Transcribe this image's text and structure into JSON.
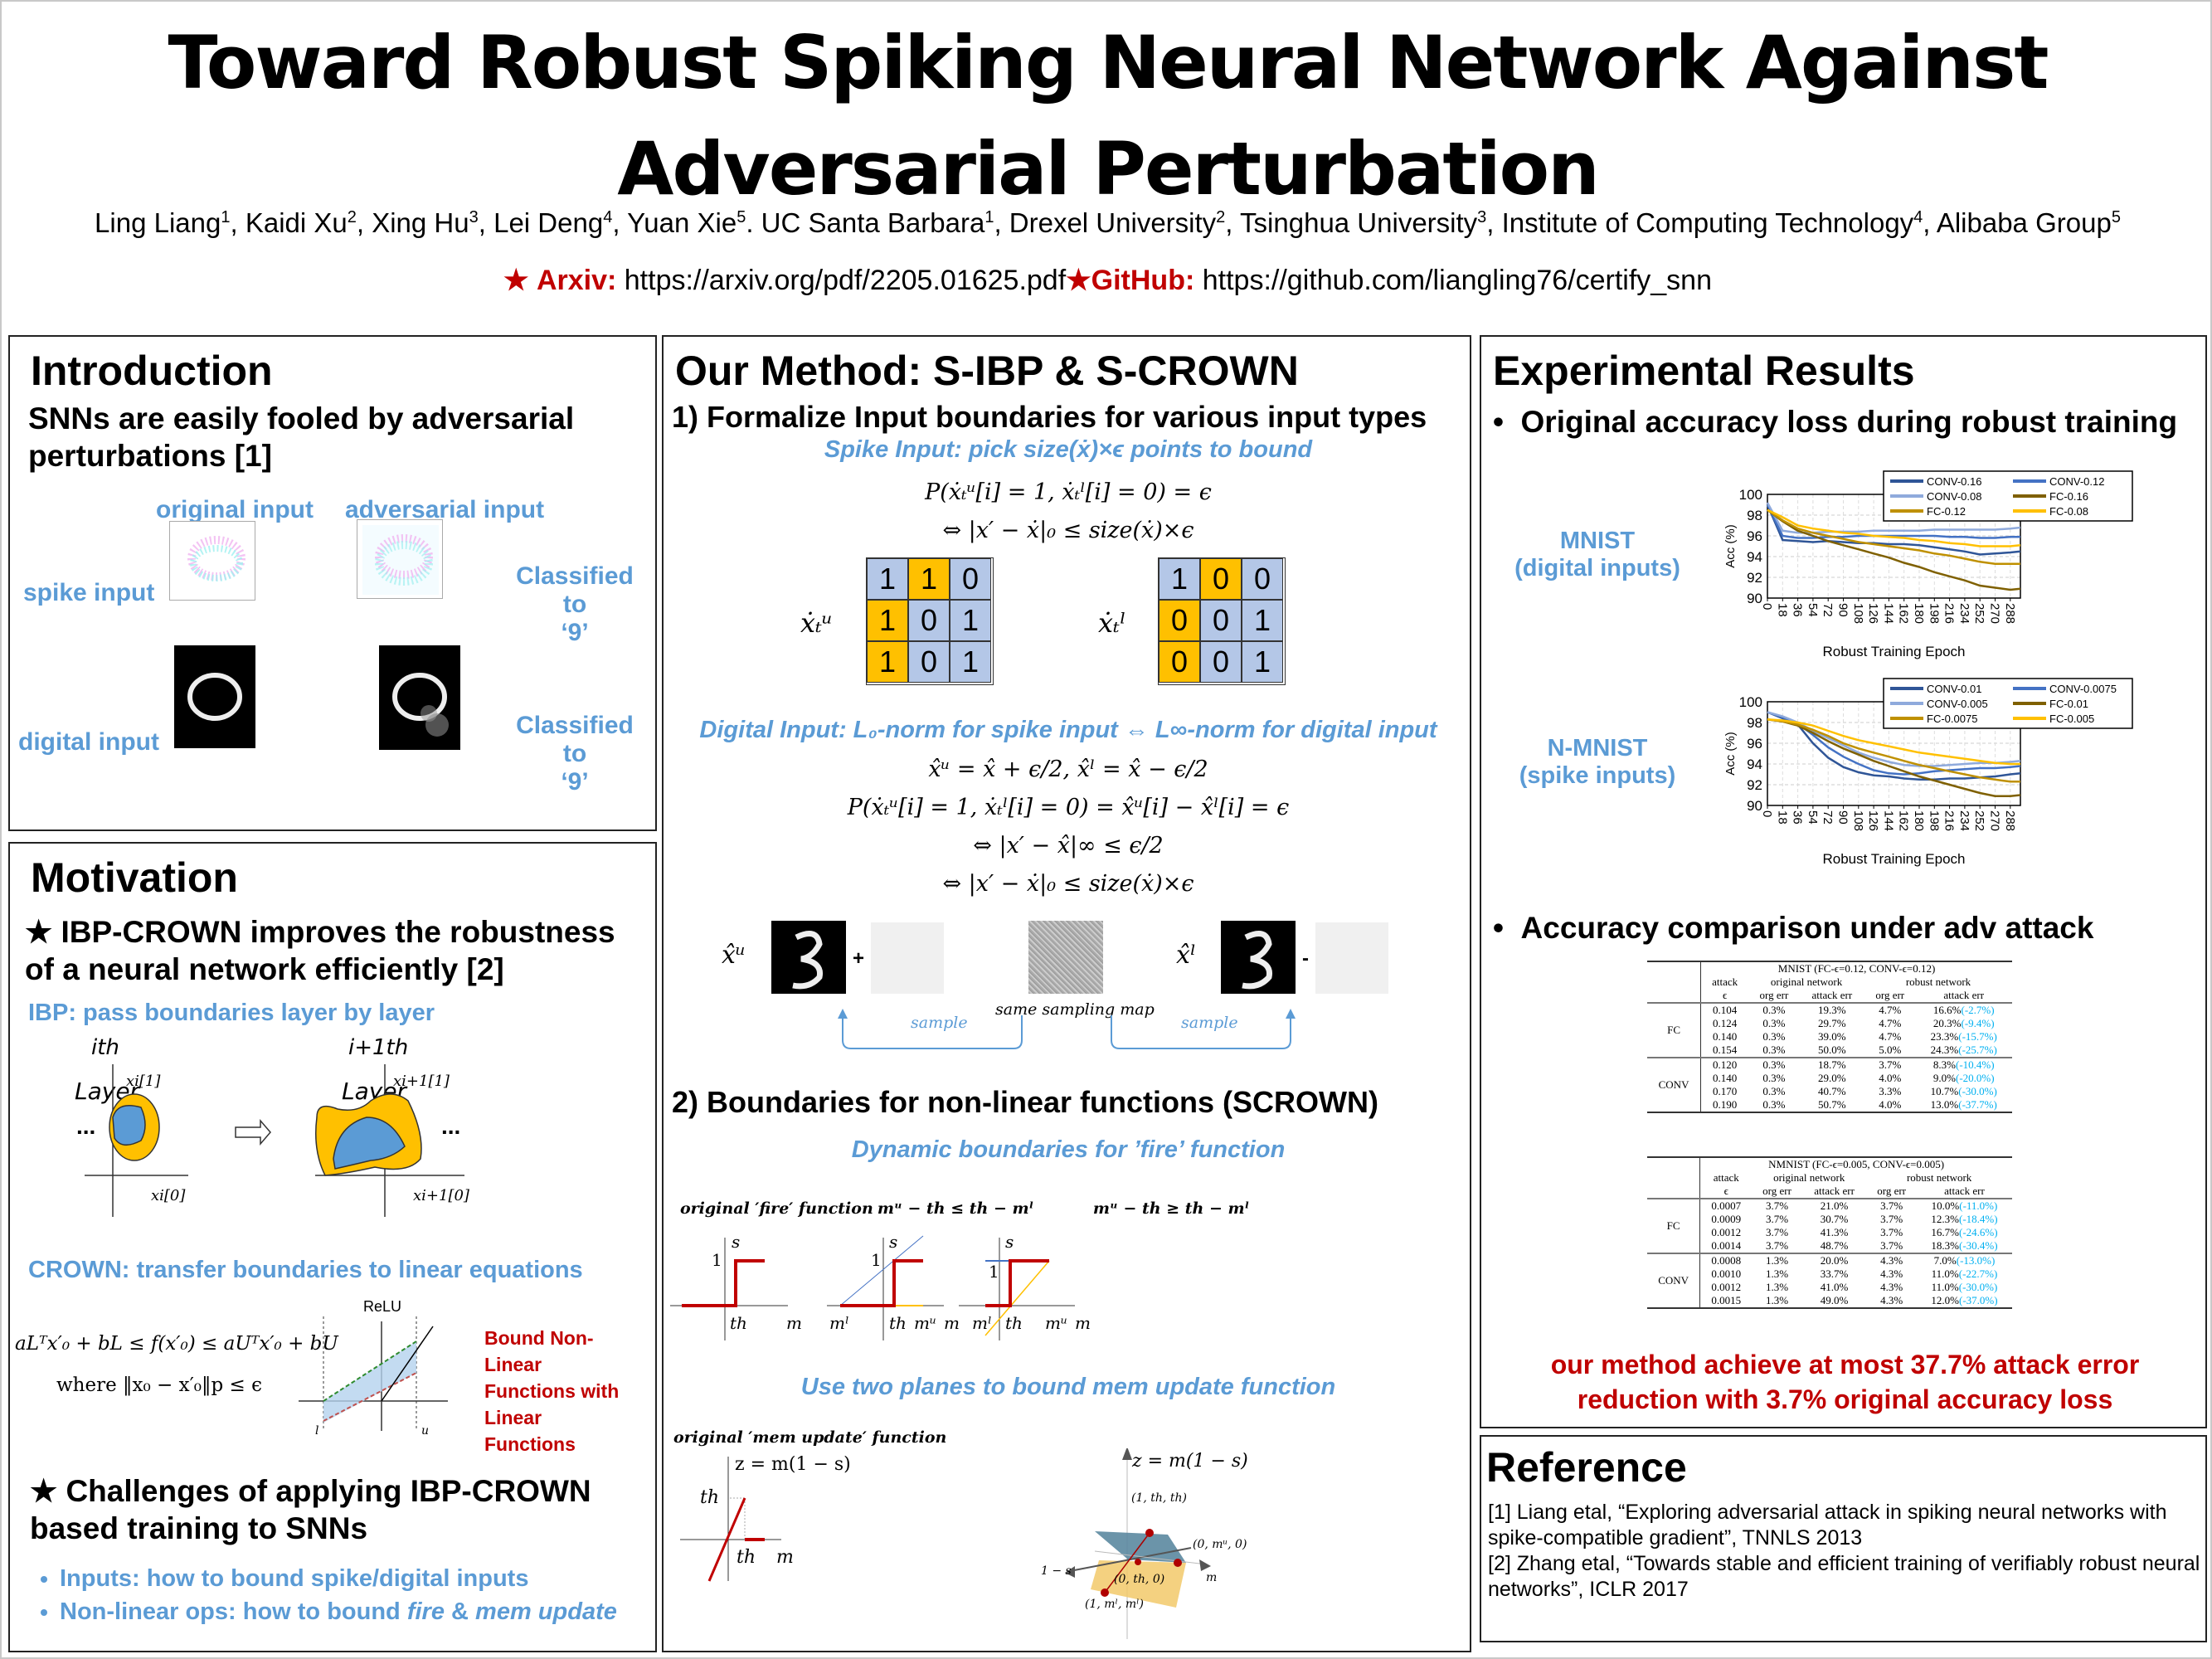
{
  "header": {
    "title_line1": "Toward Robust Spiking Neural Network Against",
    "title_line2": "Adversarial Perturbation",
    "authors": [
      {
        "name": "Ling Liang",
        "sup": "1"
      },
      {
        "name": "Kaidi Xu",
        "sup": "2"
      },
      {
        "name": "Xing Hu",
        "sup": "3"
      },
      {
        "name": "Lei Deng",
        "sup": "4"
      },
      {
        "name": "Yuan Xie",
        "sup": "5"
      }
    ],
    "affiliations": [
      {
        "name": "UC Santa Barbara",
        "sup": "1"
      },
      {
        "name": "Drexel University",
        "sup": "2"
      },
      {
        "name": "Tsinghua University",
        "sup": "3"
      },
      {
        "name": "Institute of Computing Technology",
        "sup": "4"
      },
      {
        "name": "Alibaba Group",
        "sup": "5"
      }
    ],
    "arxiv_label": "Arxiv:",
    "arxiv_url": "https://arxiv.org/pdf/2205.01625.pdf",
    "github_label": "GitHub:",
    "github_url": "https://github.com/liangling76/certify_snn",
    "star_icon": "★"
  },
  "introduction": {
    "heading": "Introduction",
    "subheading": "SNNs are easily fooled by adversarial perturbations [1]",
    "col_original": "original input",
    "col_adversarial": "adversarial input",
    "row_spike": "spike input",
    "row_digital": "digital input",
    "classified_1": "Classified to",
    "classified_2": "‘9’"
  },
  "motivation": {
    "heading": "Motivation",
    "point1": "★ IBP-CROWN improves the robustness of a neural network efficiently [2]",
    "ibp_label": "IBP: pass boundaries layer by layer",
    "layer_i": "ith",
    "layer_i1": "i+1th",
    "layer_word": "Layer",
    "axis_xi1": "xi[1]",
    "axis_xi0": "xi[0]",
    "axis_xip1_1": "xi+1[1]",
    "axis_xip1_0": "xi+1[0]",
    "ellipsis": "...",
    "crown_label": "CROWN: transfer boundaries to linear equations",
    "crown_eq": "aLᵀx′₀ + bL ≤ f(x′₀) ≤ aUᵀx′₀ + bU",
    "crown_where": "where ‖x₀ − x′₀‖p ≤ ϵ",
    "relu_label": "ReLU",
    "relu_l": "l",
    "relu_u": "u",
    "bound_note": "Bound Non-Linear Functions with Linear Functions",
    "point2": "★ Challenges of applying IBP-CROWN based training to SNNs",
    "challenges": [
      {
        "prefix": "Inputs: how to bound spike/digital inputs",
        "italic": "",
        "mid": "",
        "italic2": ""
      },
      {
        "prefix": "Non-linear ops: how to bound ",
        "italic": "fire",
        "mid": " & ",
        "italic2": "mem update"
      }
    ]
  },
  "method": {
    "heading": "Our Method: S-IBP & S-CROWN",
    "step1": "1) Formalize Input boundaries for various input types",
    "spike_sub": "Spike Input: pick size(ẋ)×ϵ points to bound",
    "spike_eq1": "P(ẋₜᵘ[i] = 1, ẋₜˡ[i] = 0) = ϵ",
    "spike_eq2": "⇔ |x′ − ẋ|₀ ≤ size(ẋ)×ϵ",
    "grid_upper_label": "ẋₜᵘ",
    "grid_lower_label": "ẋₜˡ",
    "grid_upper": [
      [
        {
          "v": "1",
          "hi": false
        },
        {
          "v": "1",
          "hi": true
        },
        {
          "v": "0",
          "hi": false
        }
      ],
      [
        {
          "v": "1",
          "hi": true
        },
        {
          "v": "0",
          "hi": false
        },
        {
          "v": "1",
          "hi": false
        }
      ],
      [
        {
          "v": "1",
          "hi": true
        },
        {
          "v": "0",
          "hi": false
        },
        {
          "v": "1",
          "hi": false
        }
      ]
    ],
    "grid_lower": [
      [
        {
          "v": "1",
          "hi": false
        },
        {
          "v": "0",
          "hi": true
        },
        {
          "v": "0",
          "hi": false
        }
      ],
      [
        {
          "v": "0",
          "hi": true
        },
        {
          "v": "0",
          "hi": false
        },
        {
          "v": "1",
          "hi": false
        }
      ],
      [
        {
          "v": "0",
          "hi": true
        },
        {
          "v": "0",
          "hi": false
        },
        {
          "v": "1",
          "hi": false
        }
      ]
    ],
    "digital_sub": "Digital Input: L₀-norm for spike input ⇔ L∞-norm for digital input",
    "digital_eq1": "x̂ᵘ = x̂ + ϵ/2,  x̂ˡ = x̂ − ϵ/2",
    "digital_eq2": "P(ẋₜᵘ[i] = 1, ẋₜˡ[i] = 0) = x̂ᵘ[i] − x̂ˡ[i] = ϵ",
    "digital_eq3": "⇔ |x′ − x̂|∞ ≤ ϵ/2",
    "digital_eq4": "⇔ |x′ − ẋ|₀ ≤ size(ẋ)×ϵ",
    "xhat_u": "x̂ᵘ",
    "xhat_l": "x̂ˡ",
    "plus": "+",
    "minus": "-",
    "same_map": "same sampling map",
    "sample": "sample",
    "step2": "2) Boundaries for non-linear functions (SCROWN)",
    "fire_sub": "Dynamic boundaries for ’fire’ function",
    "fire_titles": [
      "original ′fire′ function",
      "mᵘ − th ≤ th − mˡ",
      "mᵘ − th ≥ th − mˡ"
    ],
    "fire_labels": {
      "s": "s",
      "one": "1",
      "th": "th",
      "m": "m",
      "ml": "mˡ",
      "mu": "mᵘ"
    },
    "mem_sub": "Use two planes to bound mem update function",
    "mem_title": "original ′mem update′ function",
    "mem_eq": "z = m(1 − s)",
    "mem_th": "th",
    "mem_m": "m",
    "plane_labels": {
      "p1": "(1, th, th)",
      "p2": "(0, mᵘ, 0)",
      "p3": "(0, th, 0)",
      "p4": "(1, mˡ, mˡ)",
      "axis_s": "1 − s",
      "axis_m": "m"
    }
  },
  "results": {
    "heading": "Experimental Results",
    "bullet1": "Original accuracy loss during robust training",
    "bullet2": "Accuracy comparison under adv attack",
    "mnist_label_1": "MNIST",
    "mnist_label_2": "(digital inputs)",
    "nmnist_label_1": "N-MNIST",
    "nmnist_label_2": "(spike inputs)",
    "conclusion_1": "our method achieve at most 37.7% attack error",
    "conclusion_2": "reduction with 3.7% original accuracy loss",
    "tables": [
      {
        "title": "MNIST (FC-ϵ=0.12, CONV-ϵ=0.12)",
        "h_attack": "attack",
        "h_eps": "ϵ",
        "h_orig": "original network",
        "h_robust": "robust network",
        "h_org_err": "org err",
        "h_attack_err": "attack err",
        "groups": [
          {
            "name": "FC",
            "rows": [
              [
                "0.104",
                "0.3%",
                "19.3%",
                "4.7%",
                "16.6%",
                "(-2.7%)"
              ],
              [
                "0.124",
                "0.3%",
                "29.7%",
                "4.7%",
                "20.3%",
                "(-9.4%)"
              ],
              [
                "0.140",
                "0.3%",
                "39.0%",
                "4.7%",
                "23.3%",
                "(-15.7%)"
              ],
              [
                "0.154",
                "0.3%",
                "50.0%",
                "5.0%",
                "24.3%",
                "(-25.7%)"
              ]
            ]
          },
          {
            "name": "CONV",
            "rows": [
              [
                "0.120",
                "0.3%",
                "18.7%",
                "3.7%",
                "8.3%",
                "(-10.4%)"
              ],
              [
                "0.140",
                "0.3%",
                "29.0%",
                "4.0%",
                "9.0%",
                "(-20.0%)"
              ],
              [
                "0.170",
                "0.3%",
                "40.7%",
                "3.3%",
                "10.7%",
                "(-30.0%)"
              ],
              [
                "0.190",
                "0.3%",
                "50.7%",
                "4.0%",
                "13.0%",
                "(-37.7%)"
              ]
            ]
          }
        ]
      },
      {
        "title": "NMNIST (FC-ϵ=0.005, CONV-ϵ=0.005)",
        "h_attack": "attack",
        "h_eps": "ϵ",
        "h_orig": "original network",
        "h_robust": "robust network",
        "h_org_err": "org err",
        "h_attack_err": "attack err",
        "groups": [
          {
            "name": "FC",
            "rows": [
              [
                "0.0007",
                "3.7%",
                "21.0%",
                "3.7%",
                "10.0%",
                "(-11.0%)"
              ],
              [
                "0.0009",
                "3.7%",
                "30.7%",
                "3.7%",
                "12.3%",
                "(-18.4%)"
              ],
              [
                "0.0012",
                "3.7%",
                "41.3%",
                "3.7%",
                "16.7%",
                "(-24.6%)"
              ],
              [
                "0.0014",
                "3.7%",
                "48.7%",
                "3.7%",
                "18.3%",
                "(-30.4%)"
              ]
            ]
          },
          {
            "name": "CONV",
            "rows": [
              [
                "0.0008",
                "1.3%",
                "20.0%",
                "4.3%",
                "7.0%",
                "(-13.0%)"
              ],
              [
                "0.0010",
                "1.3%",
                "33.7%",
                "4.3%",
                "11.0%",
                "(-22.7%)"
              ],
              [
                "0.0012",
                "1.3%",
                "41.0%",
                "4.3%",
                "11.0%",
                "(-30.0%)"
              ],
              [
                "0.0015",
                "1.3%",
                "49.0%",
                "4.3%",
                "12.0%",
                "(-37.0%)"
              ]
            ]
          }
        ]
      }
    ]
  },
  "chart_data": [
    {
      "type": "line",
      "title": "MNIST (digital inputs)",
      "xlabel": "Robust Training Epoch",
      "ylabel": "Acc (%)",
      "ylim": [
        90,
        100
      ],
      "xlim": [
        0,
        300
      ],
      "yticks": [
        90,
        92,
        94,
        96,
        98,
        100
      ],
      "xticks": [
        0,
        18,
        36,
        54,
        72,
        90,
        108,
        126,
        144,
        162,
        180,
        198,
        216,
        234,
        252,
        270,
        288
      ],
      "grid": true,
      "legend": "top-right",
      "x": [
        0,
        18,
        36,
        54,
        72,
        90,
        108,
        126,
        144,
        162,
        180,
        198,
        216,
        234,
        252,
        270,
        288,
        300
      ],
      "series": [
        {
          "name": "CONV-0.16",
          "color": "#2f5597",
          "values": [
            99.0,
            95.6,
            95.5,
            95.4,
            95.5,
            95.4,
            95.3,
            95.3,
            95.2,
            95.2,
            95.1,
            94.9,
            94.7,
            94.5,
            94.2,
            94.3,
            94.4,
            94.5
          ]
        },
        {
          "name": "CONV-0.12",
          "color": "#4472c4",
          "values": [
            99.0,
            96.0,
            95.8,
            95.8,
            95.9,
            95.9,
            96.0,
            96.0,
            96.0,
            96.0,
            96.0,
            96.0,
            95.9,
            95.9,
            95.8,
            95.8,
            95.9,
            95.9
          ]
        },
        {
          "name": "CONV-0.08",
          "color": "#8faadc",
          "values": [
            99.2,
            96.5,
            96.3,
            96.3,
            96.4,
            96.4,
            96.4,
            96.5,
            96.5,
            96.5,
            96.5,
            96.6,
            96.6,
            96.6,
            96.6,
            96.6,
            96.7,
            96.8
          ]
        },
        {
          "name": "FC-0.16",
          "color": "#7f6000",
          "values": [
            98.5,
            97.4,
            96.5,
            96.0,
            95.5,
            95.1,
            94.7,
            94.3,
            93.9,
            93.4,
            93.0,
            92.5,
            92.1,
            91.7,
            91.2,
            91.0,
            90.8,
            90.9
          ]
        },
        {
          "name": "FC-0.12",
          "color": "#bf9000",
          "values": [
            98.5,
            97.5,
            96.7,
            96.3,
            96.0,
            95.7,
            95.4,
            95.2,
            95.0,
            94.8,
            94.6,
            94.3,
            94.1,
            93.8,
            93.5,
            93.3,
            93.3,
            93.3
          ]
        },
        {
          "name": "FC-0.08",
          "color": "#ffc000",
          "values": [
            98.5,
            97.8,
            97.0,
            96.7,
            96.5,
            96.3,
            96.2,
            96.0,
            95.9,
            95.8,
            95.6,
            95.5,
            95.3,
            95.2,
            95.0,
            95.0,
            95.0,
            95.1
          ]
        }
      ]
    },
    {
      "type": "line",
      "title": "N-MNIST (spike inputs)",
      "xlabel": "Robust Training Epoch",
      "ylabel": "Acc (%)",
      "ylim": [
        90,
        100
      ],
      "xlim": [
        0,
        300
      ],
      "yticks": [
        90,
        92,
        94,
        96,
        98,
        100
      ],
      "xticks": [
        0,
        18,
        36,
        54,
        72,
        90,
        108,
        126,
        144,
        162,
        180,
        198,
        216,
        234,
        252,
        270,
        288
      ],
      "grid": true,
      "legend": "top-right",
      "x": [
        0,
        18,
        36,
        54,
        72,
        90,
        108,
        126,
        144,
        162,
        180,
        198,
        216,
        234,
        252,
        270,
        288,
        300
      ],
      "series": [
        {
          "name": "CONV-0.01",
          "color": "#2f5597",
          "values": [
            99.0,
            98.4,
            97.8,
            96.0,
            94.6,
            93.7,
            93.2,
            92.9,
            92.8,
            92.6,
            92.5,
            92.5,
            92.6,
            92.6,
            92.7,
            92.8,
            93.0,
            93.1
          ]
        },
        {
          "name": "CONV-0.0075",
          "color": "#4472c4",
          "values": [
            99.0,
            98.5,
            97.9,
            96.8,
            95.6,
            94.7,
            94.0,
            93.4,
            93.1,
            93.0,
            93.1,
            93.3,
            93.4,
            93.5,
            93.6,
            93.6,
            93.7,
            93.8
          ]
        },
        {
          "name": "CONV-0.005",
          "color": "#8faadc",
          "values": [
            99.0,
            98.6,
            98.0,
            97.2,
            96.5,
            95.8,
            95.1,
            94.6,
            94.2,
            93.9,
            93.8,
            93.8,
            93.9,
            94.0,
            94.1,
            94.1,
            94.2,
            94.3
          ]
        },
        {
          "name": "FC-0.01",
          "color": "#7f6000",
          "values": [
            98.3,
            98.1,
            97.7,
            97.0,
            96.2,
            95.5,
            94.9,
            94.3,
            93.8,
            93.3,
            92.8,
            92.4,
            92.0,
            91.6,
            91.2,
            90.9,
            90.9,
            91.0
          ]
        },
        {
          "name": "FC-0.0075",
          "color": "#bf9000",
          "values": [
            98.3,
            98.1,
            97.8,
            97.3,
            96.7,
            96.0,
            95.5,
            95.1,
            94.7,
            94.3,
            93.9,
            93.6,
            93.3,
            93.0,
            92.7,
            92.5,
            92.3,
            92.3
          ]
        },
        {
          "name": "FC-0.005",
          "color": "#ffc000",
          "values": [
            98.3,
            98.2,
            98.0,
            97.7,
            97.2,
            96.7,
            96.3,
            96.0,
            95.7,
            95.4,
            95.1,
            94.9,
            94.7,
            94.5,
            94.3,
            94.1,
            94.0,
            94.0
          ]
        }
      ]
    }
  ],
  "reference": {
    "heading": "Reference",
    "items": [
      "[1] Liang etal, “Exploring adversarial attack in spiking neural networks with spike-compatible gradient”, TNNLS 2013",
      "[2] Zhang etal, “Towards stable and efficient training of verifiably robust neural networks”, ICLR 2017"
    ]
  },
  "colors": {
    "accent_blue": "#5b9bd5",
    "accent_red": "#c00000",
    "grid_blue": "#b4c7e7",
    "grid_orange": "#ffc000",
    "neg_cyan": "#00b0f0"
  }
}
